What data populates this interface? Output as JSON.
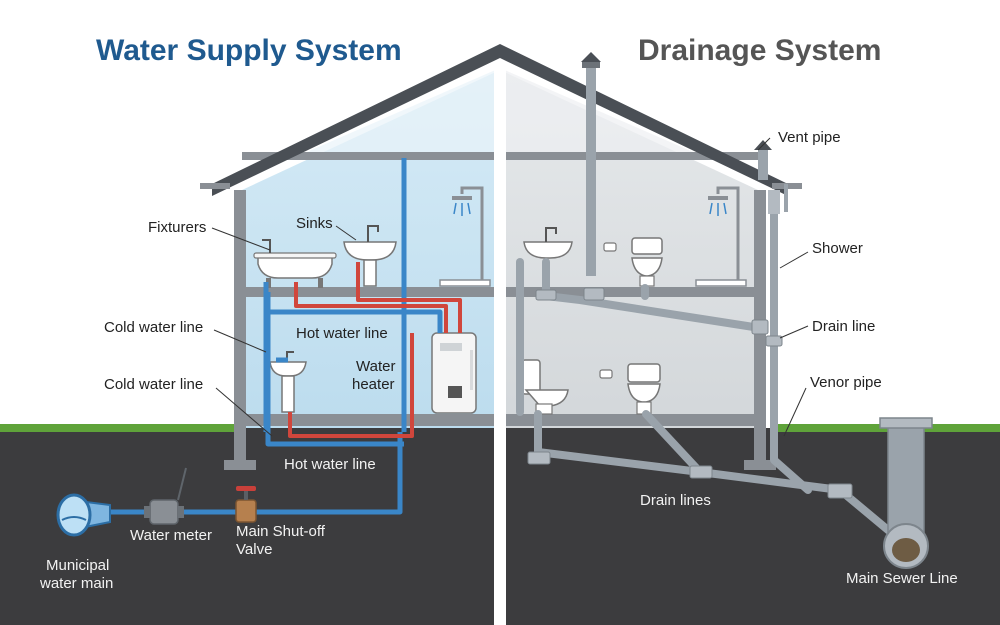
{
  "titles": {
    "supply": "Water Supply System",
    "drainage": "Drainage System"
  },
  "labels": {
    "fixtures": "Fixturers",
    "sinks": "Sinks",
    "cold_water_line_1": "Cold water line",
    "hot_water_line_1": "Hot water line",
    "water_heater_1": "Water",
    "water_heater_2": "heater",
    "cold_water_line_2": "Cold water line",
    "hot_water_line_2": "Hot water line",
    "water_meter": "Water meter",
    "shutoff_1": "Main Shut-off",
    "shutoff_2": "Valve",
    "municipal_1": "Municipal",
    "municipal_2": "water main",
    "vent_pipe": "Vent pipe",
    "shower": "Shower",
    "drain_line": "Drain line",
    "venor_pipe": "Venor pipe",
    "drain_lines": "Drain lines",
    "main_sewer": "Main Sewer Line"
  },
  "colors": {
    "supply_title": "#1f5a8f",
    "drainage_title": "#555555",
    "cold_pipe": "#3a86c8",
    "hot_pipe": "#d0463c",
    "drain_pipe": "#9aa3ab",
    "ground": "#3c3c3e",
    "grass": "#5fa33a",
    "house_wall": "#8a8f95",
    "roof": "#4a4f55",
    "supply_interior": "#cfe6f3",
    "drain_interior": "#dde1e4"
  },
  "icons": [
    "shower-icon",
    "sink-icon",
    "bathtub-icon",
    "toilet-icon",
    "water-heater-icon",
    "water-meter-icon",
    "valve-icon",
    "toilet-paper-icon"
  ]
}
